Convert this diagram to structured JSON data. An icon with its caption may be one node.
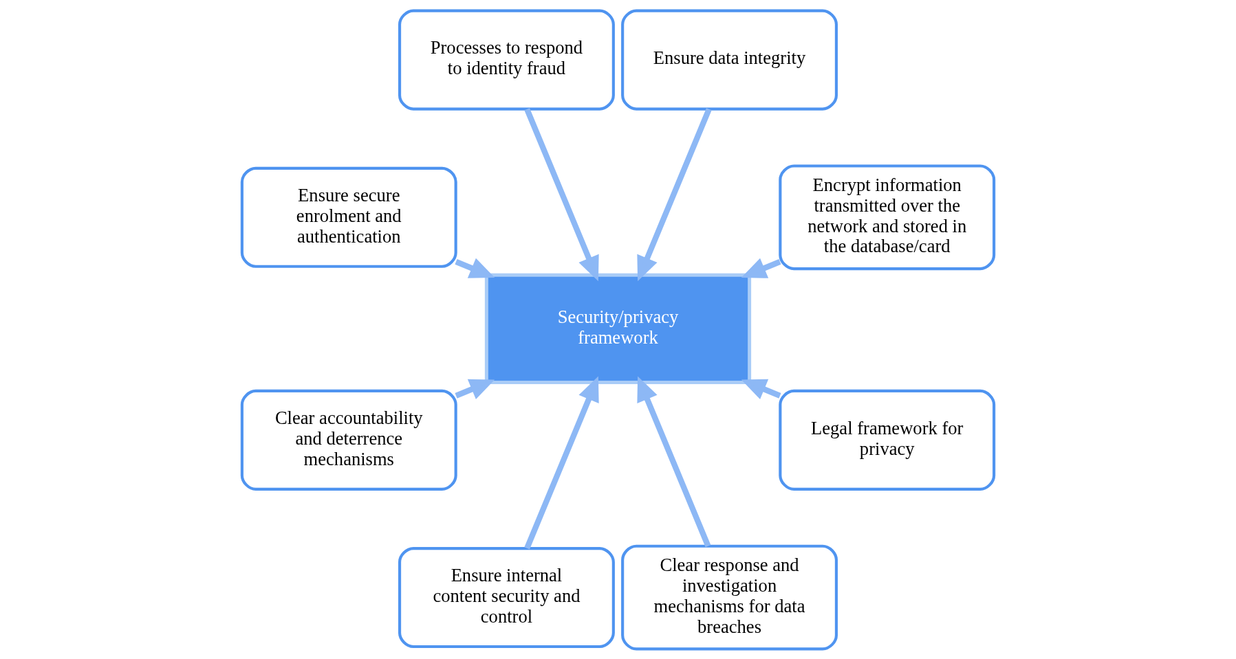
{
  "diagram": {
    "nodes": [
      {
        "text": [
          "Encrypt information transmitted over the network and stored in the database/card"
        ]
      },
      {
        "text": [
          "Ensure data integrity"
        ]
      },
      {
        "text": [
          "Processes to respond to identity fraud"
        ]
      },
      {
        "text": [
          "Ensure secure enrolment and authentication"
        ]
      },
      {
        "text": [
          "Security/privacy framework"
        ]
      },
      {
        "text": [
          "Clear accountability and deterrence mechanisms"
        ]
      },
      {
        "text": [
          "Ensure internal content security and control"
        ]
      },
      {
        "text": [
          "Clear response and investigation mechanisms for data breaches"
        ]
      },
      {
        "text": [
          "Legal framework for privacy"
        ]
      }
    ],
    "edges": [
      {
        "from": 0,
        "to": 4,
        "arrow": "to"
      },
      {
        "from": 1,
        "to": 4,
        "arrow": "to"
      },
      {
        "from": 2,
        "to": 4,
        "arrow": "to"
      },
      {
        "from": 3,
        "to": 4,
        "arrow": "to"
      },
      {
        "from": 5,
        "to": 4,
        "arrow": "to"
      },
      {
        "from": 6,
        "to": 4,
        "arrow": "to"
      },
      {
        "from": 7,
        "to": 4,
        "arrow": "to"
      },
      {
        "from": 8,
        "to": 4,
        "arrow": "to"
      }
    ]
  }
}
